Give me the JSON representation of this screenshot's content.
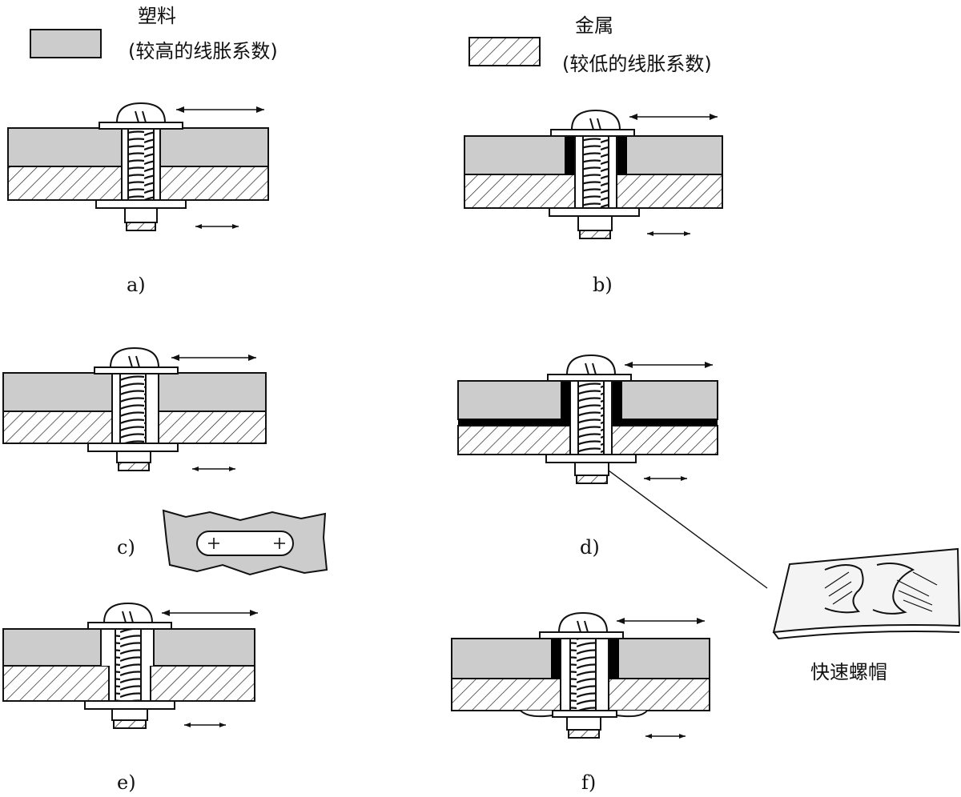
{
  "legend": {
    "plastic_title": "塑料",
    "plastic_desc": "(较高的线胀系数)",
    "metal_title": "金属",
    "metal_desc": "(较低的线胀系数)"
  },
  "panels": {
    "a": "a)",
    "b": "b)",
    "c": "c)",
    "d": "d)",
    "e": "e)",
    "f": "f)"
  },
  "callout": {
    "label": "快速螺帽"
  },
  "colors": {
    "plastic": "#cccccc",
    "metal_hatch": "#222222",
    "seal": "#000000",
    "line": "#111111"
  }
}
